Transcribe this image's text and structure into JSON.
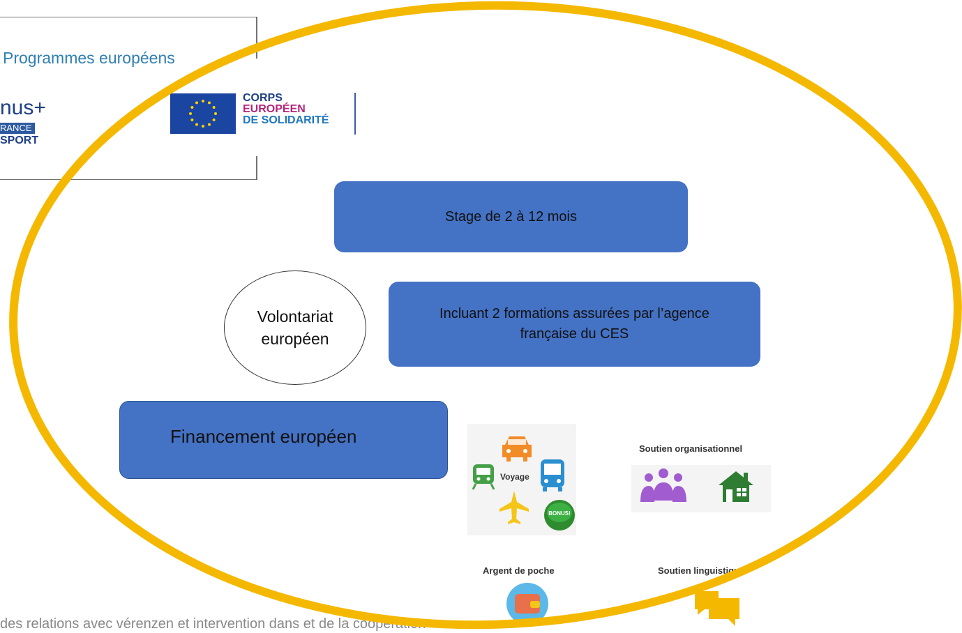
{
  "card": {
    "title": "Programmes européens",
    "erasmus": {
      "mark": "nus+",
      "tag": "RANCE",
      "sport": "SPORT"
    },
    "ces": {
      "line1": "CORPS",
      "line2": "EUROPÉEN",
      "line3": "DE SOLIDARITÉ"
    }
  },
  "diagram": {
    "stage": "Stage de 2 à 12 mois",
    "formation": "Incluant 2 formations assurées par l’agence française du CES",
    "volontariat": "Volontariat européen",
    "financement": "Financement européen"
  },
  "pictograms": {
    "voyage": "Voyage",
    "bonus": "BONUS!",
    "orga_title": "Soutien organisationnel",
    "poche_title": "Argent de poche",
    "ling_title": "Soutien linguistique"
  },
  "footer": "des relations avec vérenzen et intervention dans et de la coopération",
  "colors": {
    "box_blue": "#4472c4",
    "ring_yellow": "#f5b800",
    "title_blue": "#2f7fb3",
    "icon_orange": "#f28c28",
    "icon_blue": "#2a8fd0",
    "icon_green": "#43a047",
    "icon_yellow": "#f5c518",
    "icon_purple": "#a15cd0",
    "icon_house": "#2e7d32"
  }
}
